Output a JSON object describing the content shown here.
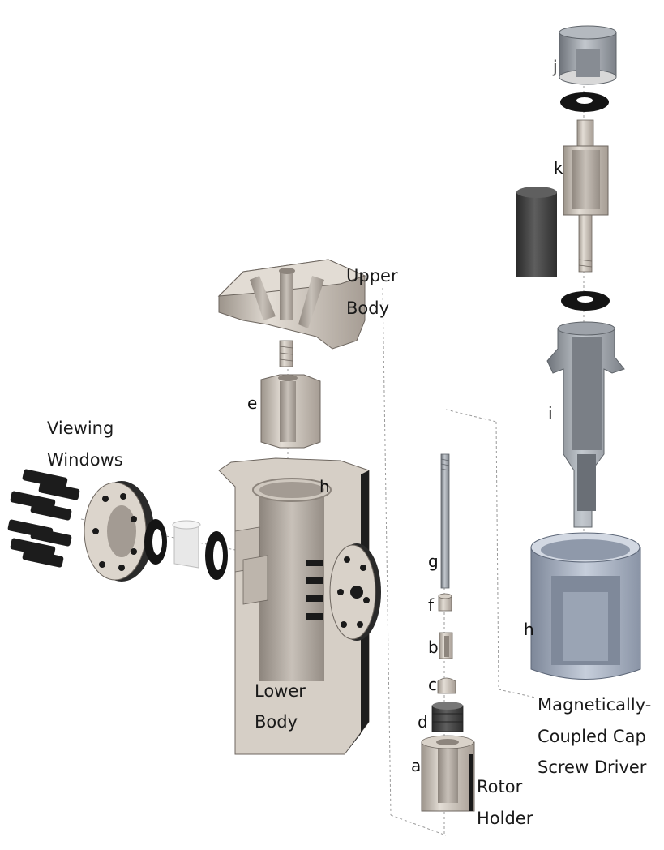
{
  "labels": {
    "upper_body": [
      "Upper",
      "Body"
    ],
    "viewing_windows": [
      "Viewing",
      "Windows"
    ],
    "lower_body": [
      "Lower",
      "Body"
    ],
    "rotor_holder": [
      "Rotor",
      "Holder"
    ],
    "magnetic_driver": [
      "Magnetically-",
      "Coupled Cap",
      "Screw Driver"
    ]
  },
  "letters": {
    "a": "a",
    "b": "b",
    "c": "c",
    "d": "d",
    "e": "e",
    "f": "f",
    "g": "g",
    "h_ring": "h",
    "h_cup": "h",
    "i": "i",
    "j": "j",
    "k": "k"
  },
  "colors": {
    "metal_light": "#d9d2c9",
    "metal_mid": "#b9b0a6",
    "metal_dark": "#8e857c",
    "cavity": "#a9a199",
    "black": "#151515",
    "dark_grey": "#4a4a4a",
    "steel": "#9da3ab",
    "blue_steel": "#aab4c4"
  }
}
